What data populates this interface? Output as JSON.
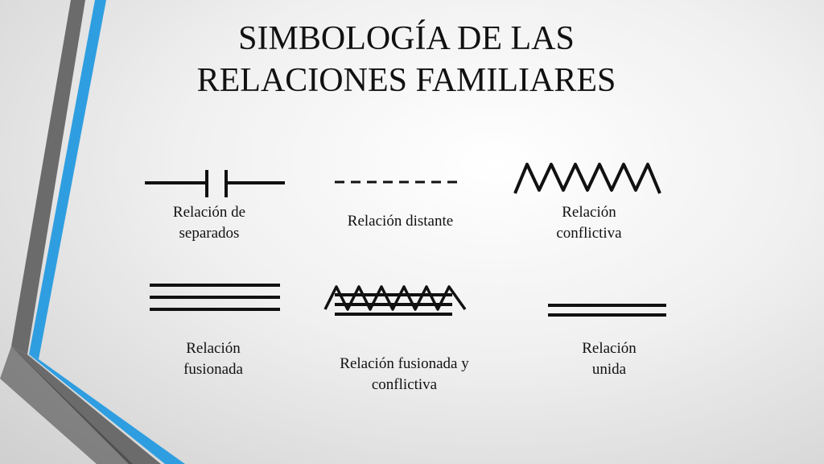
{
  "slide": {
    "title_line1": "SIMBOLOGÍA DE LAS",
    "title_line2": "RELACIONES FAMILIARES"
  },
  "symbols": [
    {
      "id": "separados",
      "line1": "Relación de",
      "line2": "separados"
    },
    {
      "id": "distante",
      "line1": "Relación distante",
      "line2": ""
    },
    {
      "id": "conflictiva",
      "line1": "Relación",
      "line2": "conflictiva"
    },
    {
      "id": "fusionada",
      "line1": "Relación",
      "line2": "fusionada"
    },
    {
      "id": "fusionada-conflictiva",
      "line1": "Relación fusionada y",
      "line2": "conflictiva"
    },
    {
      "id": "unida",
      "line1": "Relación",
      "line2": "unida"
    }
  ],
  "colors": {
    "accent_blue": "#2f9ee0",
    "bar_gray": "#6b6b6b",
    "line": "#111111"
  }
}
